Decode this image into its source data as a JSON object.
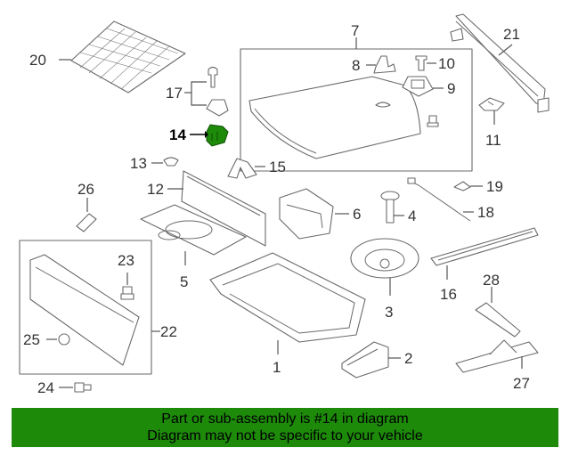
{
  "diagram": {
    "highlighted_part": "14",
    "highlight_color": "#1d8a0a",
    "labels": {
      "p1": "1",
      "p2": "2",
      "p3": "3",
      "p4": "4",
      "p5": "5",
      "p6": "6",
      "p7": "7",
      "p8": "8",
      "p9": "9",
      "p10": "10",
      "p11": "11",
      "p12": "12",
      "p13": "13",
      "p14": "14",
      "p15": "15",
      "p16": "16",
      "p17": "17",
      "p18": "18",
      "p19": "19",
      "p20": "20",
      "p21": "21",
      "p22": "22",
      "p23": "23",
      "p24": "24",
      "p25": "25",
      "p26": "26",
      "p27": "27",
      "p28": "28"
    }
  },
  "banner": {
    "line1": "Part or sub-assembly is #14 in diagram",
    "line2": "Diagram may not be specific to your vehicle",
    "color": "#1d8a0a"
  }
}
